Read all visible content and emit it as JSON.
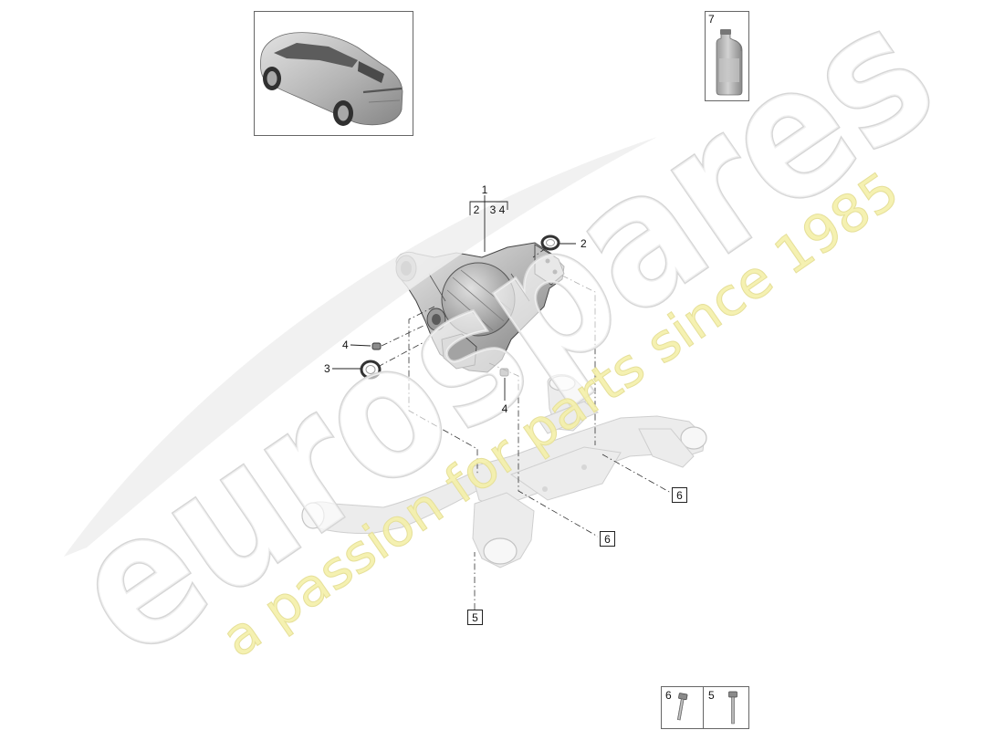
{
  "thumbnail": {
    "icon": "car-icon"
  },
  "oil_box": {
    "ref": "7",
    "icon": "oil-bottle-icon"
  },
  "callouts": {
    "assembly": "1",
    "assembly_includes": [
      "2",
      "3",
      "4"
    ],
    "seal_upper": "2",
    "plug_left": "4",
    "seal_lower": "3",
    "plug_lower": "4"
  },
  "boxed_refs": {
    "bolt_right": "6",
    "bolt_middle": "6",
    "bolt_lower": "5"
  },
  "fastener_legend": {
    "items": [
      {
        "ref": "6",
        "icon": "short-bolt-icon"
      },
      {
        "ref": "5",
        "icon": "long-bolt-icon"
      }
    ]
  },
  "watermark": {
    "brand": "eurospares",
    "tagline": "a passion for parts since 1985"
  },
  "colors": {
    "line": "#000000",
    "watermark": "#ffffff",
    "watermark_edge": "#d6d6d6",
    "tagline": "#f4f0a8"
  }
}
